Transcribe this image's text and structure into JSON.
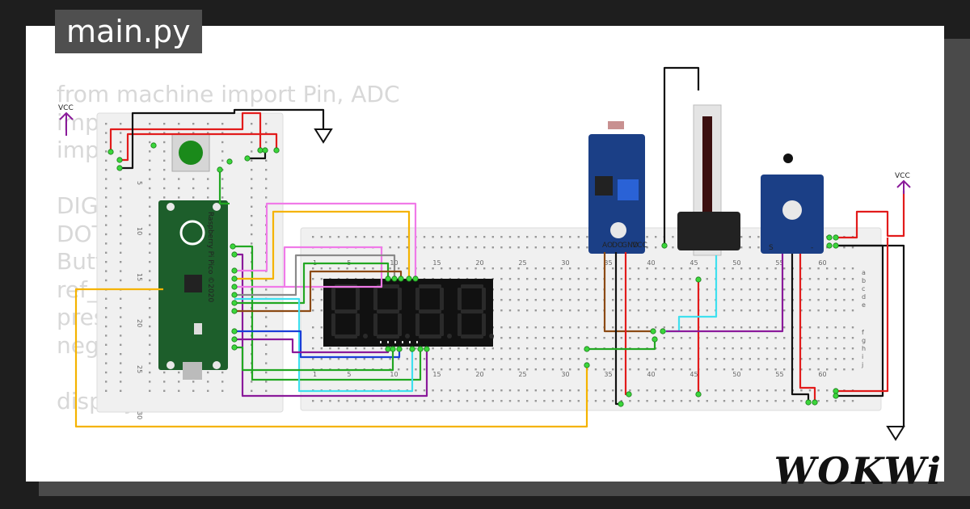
{
  "file_tab": {
    "label": "main.py"
  },
  "code_lines": [
    "from machine import Pin, ADC",
    "impo",
    "impo",
    "",
    "DIG",
    "DOT",
    "Butt",
    "ref_",
    "pres",
    "neg",
    "",
    "displayCodes = ["
  ],
  "labels": {
    "vcc_left": "VCC",
    "vcc_right": "VCC",
    "pico_name": "Raspberry Pi Pico ©2020"
  },
  "breadboard_small": {
    "columns": [
      "5",
      "10",
      "15",
      "20",
      "25",
      "30"
    ]
  },
  "breadboard_large": {
    "columns": [
      "1",
      "5",
      "10",
      "15",
      "20",
      "25",
      "30",
      "35",
      "40",
      "45",
      "50",
      "55",
      "60"
    ],
    "rows_top": [
      "a",
      "b",
      "c",
      "d",
      "e"
    ],
    "rows_bottom": [
      "f",
      "g",
      "h",
      "i",
      "j"
    ]
  },
  "display": {
    "digits": "8.8.8.8."
  },
  "sensor_ldr": {
    "pins": [
      "AO",
      "DO",
      "GND",
      "VCC"
    ]
  },
  "sensor_temp": {
    "pins": [
      "S",
      "-"
    ]
  },
  "logo": {
    "text": "WOKWi"
  },
  "colors": {
    "background": "#1e1e1e",
    "card": "#ffffff",
    "pico": "#1d5e2b",
    "sensor_board": "#1b3f86",
    "display": "#111111",
    "wire_red": "#e21b1b",
    "wire_black": "#111111",
    "wire_green": "#22a722",
    "wire_purple": "#8a1a9a",
    "wire_pink": "#f07ae8",
    "wire_yellow": "#f5b300",
    "wire_cyan": "#3fe0ef",
    "wire_blue": "#1a3fd8",
    "wire_brown": "#8b4a14",
    "wire_gray": "#8a8a8a"
  }
}
